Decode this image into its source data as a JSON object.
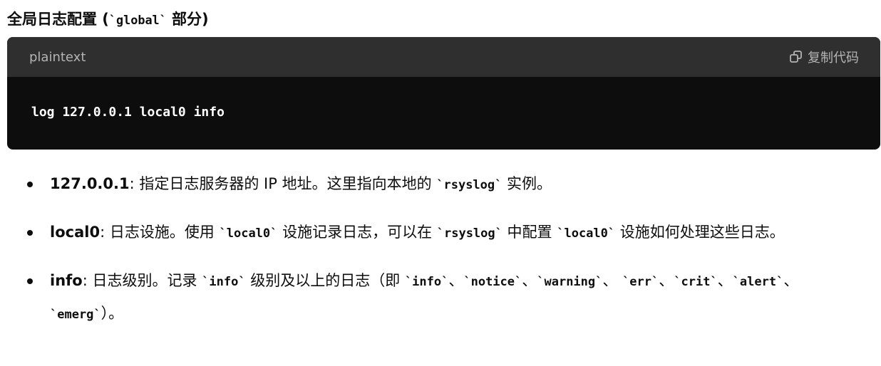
{
  "heading": {
    "pre": "全局日志配置 (",
    "code": "`global`",
    "post": " 部分)"
  },
  "code_block": {
    "language": "plaintext",
    "copy_label": "复制代码",
    "copy_icon": "copy-icon",
    "code": "log 127.0.0.1 local0 info"
  },
  "bullets": [
    {
      "segments": [
        {
          "t": "b",
          "v": "127.0.0.1"
        },
        {
          "t": "s",
          "v": ": 指定日志服务器的 IP 地址。这里指向本地的 "
        },
        {
          "t": "c",
          "v": "`rsyslog`"
        },
        {
          "t": "s",
          "v": " 实例。"
        }
      ]
    },
    {
      "segments": [
        {
          "t": "b",
          "v": "local0"
        },
        {
          "t": "s",
          "v": ": 日志设施。使用 "
        },
        {
          "t": "c",
          "v": "`local0`"
        },
        {
          "t": "s",
          "v": " 设施记录日志，可以在 "
        },
        {
          "t": "c",
          "v": "`rsyslog`"
        },
        {
          "t": "s",
          "v": " 中配置 "
        },
        {
          "t": "c",
          "v": "`local0`"
        },
        {
          "t": "s",
          "v": " 设施如何处理这些日志。"
        }
      ]
    },
    {
      "segments": [
        {
          "t": "b",
          "v": "info"
        },
        {
          "t": "s",
          "v": ": 日志级别。记录 "
        },
        {
          "t": "c",
          "v": "`info`"
        },
        {
          "t": "s",
          "v": " 级别及以上的日志（即 "
        },
        {
          "t": "c",
          "v": "`info`"
        },
        {
          "t": "s",
          "v": "、"
        },
        {
          "t": "c",
          "v": "`notice`"
        },
        {
          "t": "s",
          "v": "、"
        },
        {
          "t": "c",
          "v": "`warning`"
        },
        {
          "t": "s",
          "v": "、 "
        },
        {
          "t": "c",
          "v": "`err`"
        },
        {
          "t": "s",
          "v": "、"
        },
        {
          "t": "c",
          "v": "`crit`"
        },
        {
          "t": "s",
          "v": "、"
        },
        {
          "t": "c",
          "v": "`alert`"
        },
        {
          "t": "s",
          "v": "、"
        },
        {
          "t": "c",
          "v": "`emerg`"
        },
        {
          "t": "s",
          "v": "）。"
        }
      ]
    }
  ]
}
